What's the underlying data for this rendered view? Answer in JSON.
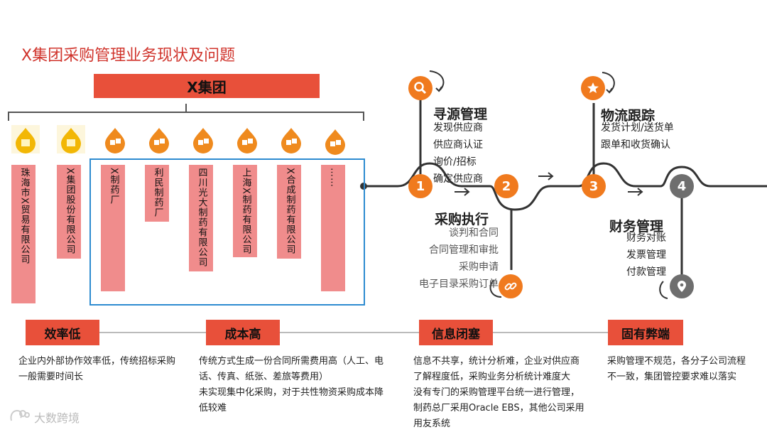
{
  "title": "X集团采购管理业务现状及问题",
  "group_name": "X集团",
  "companies": [
    {
      "name": "珠海市X贸易有限公司",
      "icon": "gold-drop-icon"
    },
    {
      "name": "X集团股份有限公司",
      "icon": "gold-drop-icon"
    },
    {
      "name": "X制药厂",
      "icon": "orange-drop-icon"
    },
    {
      "name": "利民制药厂",
      "icon": "orange-drop-icon"
    },
    {
      "name": "四川光大制药有限公司",
      "icon": "orange-drop-icon"
    },
    {
      "name": "上海X制药有限公司",
      "icon": "orange-drop-icon"
    },
    {
      "name": "X合成制药有限公司",
      "icon": "orange-drop-icon"
    },
    {
      "name": "……",
      "icon": "orange-drop-icon"
    }
  ],
  "process": {
    "numbers": [
      "1",
      "2",
      "3",
      "4"
    ],
    "sourcing": {
      "label": "寻源管理",
      "items": [
        "发现供应商",
        "供应商认证",
        "询价/招标",
        "确定供应商"
      ]
    },
    "execution": {
      "label": "采购执行",
      "items": [
        "谈判和合同",
        "合同管理和审批",
        "采购申请",
        "电子目录采购订单"
      ]
    },
    "logistics": {
      "label": "物流跟踪",
      "items": [
        "发货计划/送货单",
        "跟单和收货确认"
      ]
    },
    "finance": {
      "label": "财务管理",
      "items": [
        "财务对账",
        "发票管理",
        "付款管理"
      ]
    }
  },
  "problems": [
    {
      "label": "效率低",
      "text": [
        "企业内外部协作效率低，传统招标采购",
        "一般需要时间长"
      ]
    },
    {
      "label": "成本高",
      "text": [
        "传统方式生成一份合同所需费用高（人工、电",
        "话、传真、纸张、差旅等费用）",
        "未实现集中化采购，对于共性物资采购成本降",
        "低较难"
      ]
    },
    {
      "label": "信息闭塞",
      "text": [
        "信息不共享，统计分析难，企业对供应商",
        "了解程度低，采购业务分析统计难度大",
        "没有专门的采购管理平台统一进行管理，",
        "制药总厂采用Oracle EBS，其他公司采用",
        "用友系统"
      ]
    },
    {
      "label": "固有弊端",
      "text": [
        "采购管理不规范，各分子公司流程",
        "不一致，集团管控要求难以落实"
      ]
    }
  ],
  "watermark": "大数跨境",
  "colors": {
    "accent_red": "#e8503a",
    "orange": "#f07a1e",
    "pink": "#f08c8c",
    "blue": "#2d8bd0",
    "gray": "#6e6e6e",
    "gold": "#f2b705"
  }
}
